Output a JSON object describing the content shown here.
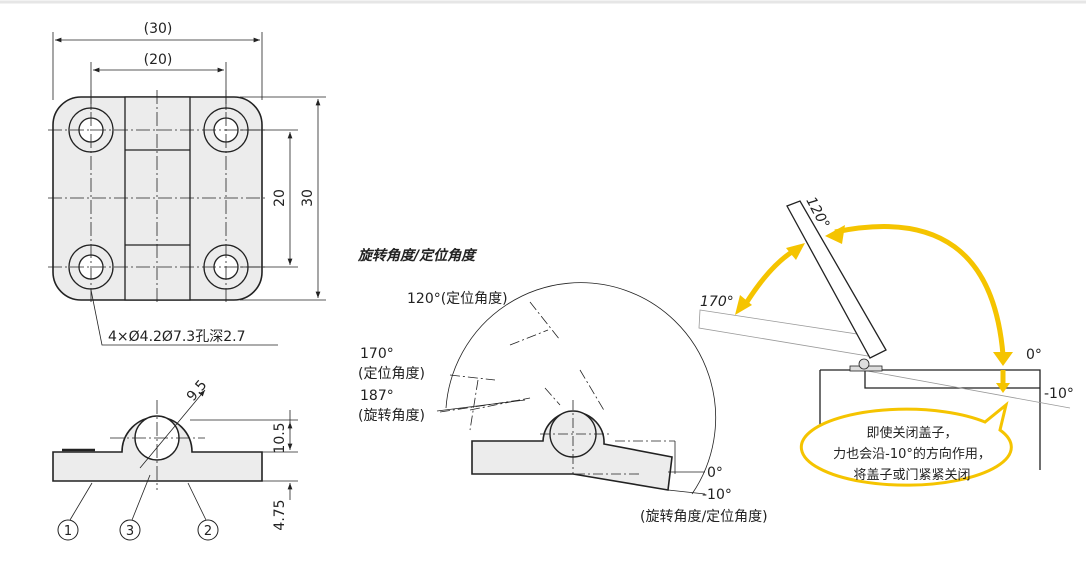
{
  "top_view": {
    "dim_overall_width": "(30)",
    "dim_hole_spacing_width": "(20)",
    "dim_hole_spacing_height": "20",
    "dim_overall_height": "30",
    "hole_callout": "4×Ø4.2Ø7.3孔深2.7"
  },
  "side_view": {
    "dim_radius": "9.5",
    "dim_height": "10.5",
    "dim_thickness": "4.75",
    "balloons": [
      "1",
      "3",
      "2"
    ]
  },
  "rotation_diagram": {
    "title": "旋转角度/定位角度",
    "label_120": "120°(定位角度)",
    "label_170_value": "170°",
    "label_170_note": "(定位角度)",
    "label_187_value": "187°",
    "label_187_note": "(旋转角度)",
    "label_0": "0°",
    "label_minus10": "-10°",
    "label_bottom_note": "(旋转角度/定位角度)"
  },
  "lid_diagram": {
    "label_120": "120°",
    "label_170": "170°",
    "label_0": "0°",
    "label_minus10": "-10°",
    "callout_lines": [
      "即使关闭盖子，",
      "力也会沿-10°的方向作用，",
      "将盖子或门紧紧关闭"
    ],
    "accent_color": "#f5c400"
  }
}
